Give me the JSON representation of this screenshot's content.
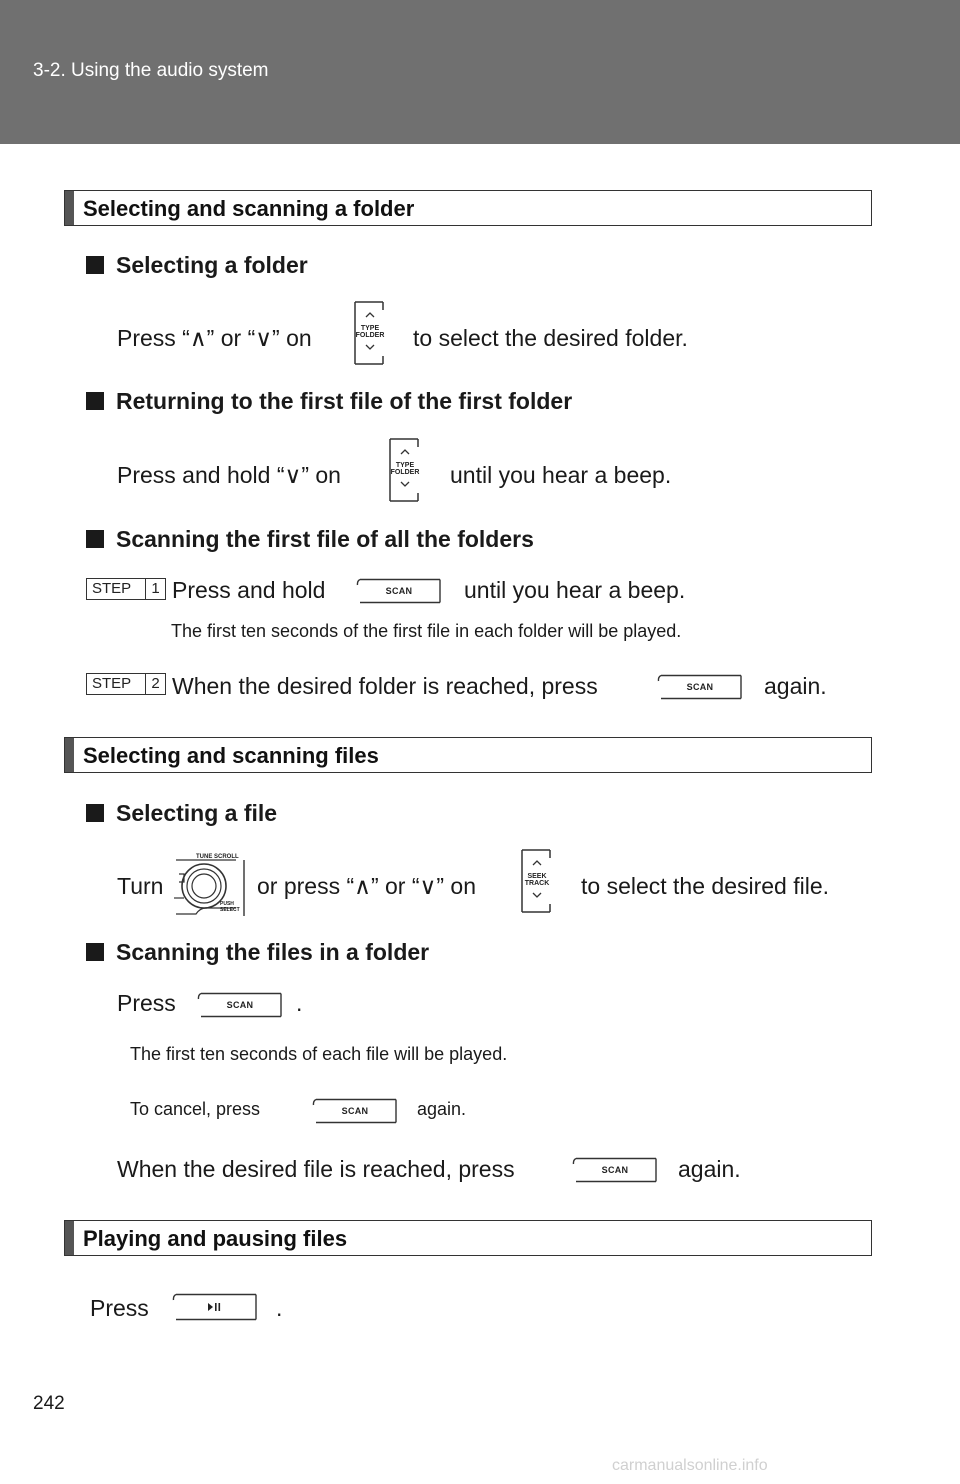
{
  "header": {
    "section_title": "3-2. Using the audio system"
  },
  "page_number": "242",
  "watermark": "carmanualsonline.info",
  "buttons": {
    "scan_label": "SCAN",
    "type_folder_label_1": "TYPE",
    "type_folder_label_2": "FOLDER",
    "seek_track_label_1": "SEEK",
    "seek_track_label_2": "TRACK",
    "knob_label_top": "TUNE SCROLL",
    "knob_label_push_1": "PUSH",
    "knob_label_push_2": "SELECT"
  },
  "section1": {
    "title": "Selecting and scanning a folder",
    "selecting_folder": {
      "heading": "Selecting a folder",
      "text_before": "Press “∧” or “∨” on",
      "text_after": "to select the desired folder."
    },
    "returning": {
      "heading": "Returning to the first file of the first folder",
      "text_before": "Press and hold “∨” on",
      "text_after": "until you hear a beep."
    },
    "scanning_all": {
      "heading": "Scanning the first file of all the folders",
      "step_label": "STEP",
      "step1_num": "1",
      "step1_before": "Press and hold",
      "step1_after": "until you hear a beep.",
      "step1_note": "The first ten seconds of the first file in each folder will be played.",
      "step2_num": "2",
      "step2_before": "When the desired folder is reached, press",
      "step2_after": "again."
    }
  },
  "section2": {
    "title": "Selecting and scanning files",
    "selecting_file": {
      "heading": "Selecting a file",
      "turn": "Turn",
      "middle": "or press “∧” or “∨” on",
      "text_after": "to select the desired file."
    },
    "scanning_files": {
      "heading": "Scanning the files in a folder",
      "press": "Press",
      "period": ".",
      "note1": "The first ten seconds of each file will be played.",
      "cancel_before": "To cancel, press",
      "cancel_after": "again.",
      "reached_before": "When the desired file is reached, press",
      "reached_after": "again."
    }
  },
  "section3": {
    "title": "Playing and pausing files",
    "press": "Press",
    "period": "."
  }
}
